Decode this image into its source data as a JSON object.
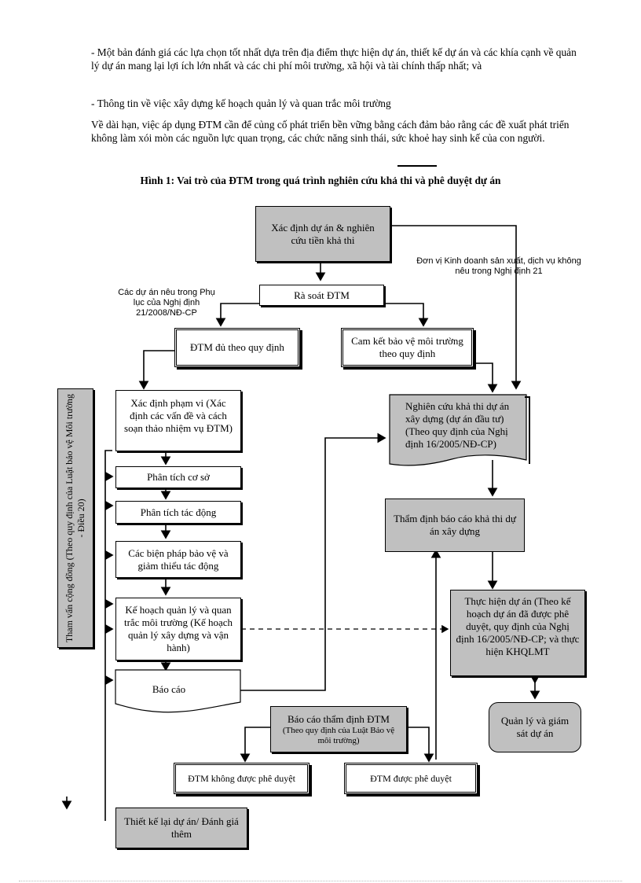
{
  "text": {
    "p1": "- Một bản đánh giá các lựa chọn tốt nhất dựa trên địa điểm thực hiện dự án, thiết kế dự án và các khía cạnh về quản lý dự án mang lại lợi ích lớn nhất và các chi phí môi trường, xã hội và tài chính thấp nhất; và",
    "p2": "- Thông tin về việc xây dựng kế hoạch quản lý và quan trắc môi trường",
    "p3": "Về dài hạn, việc áp dụng ĐTM cần để củng cố phát triển bền vững bằng cách đảm bảo rằng các đề xuất phát triển không làm xói mòn các nguồn lực quan trọng, các chức năng sinh thái, sức khoẻ hay sinh kế của con người.",
    "figure_title": "Hình 1: Vai trò của ĐTM trong quá trình nghiên cứu khả thi và phê duyệt dự án"
  },
  "diagram": {
    "xac_dinh_du_an": "Xác định dự án & nghiên cứu tiền khả thi",
    "ra_soat": "Rà soát ĐTM",
    "label_phu_luc": "Các dự án nêu trong Phụ lục của Nghị định 21/2008/NĐ-CP",
    "label_don_vi": "Đơn vị Kinh doanh sản xuất, dịch vụ không nêu trong Nghị định 21",
    "dtm_du": "ĐTM đủ theo quy định",
    "cam_ket": "Cam kết bảo vệ môi trường theo quy định",
    "tham_van": "Tham vấn cộng đồng (Theo quy định của Luật bảo vệ Môi trường - Điều 20)",
    "xac_dinh_pham_vi": "Xác định phạm vi (Xác định các vấn đề và cách soạn thảo nhiệm vụ ĐTM)",
    "phan_tich_co_so": "Phân tích cơ sở",
    "phan_tich_tac_dong": "Phân tích tác động",
    "bien_phap": "Các biện pháp bảo vệ và giảm thiểu tác động",
    "ke_hoach": "Kế hoạch quản lý và quan trắc môi trường (Kế hoạch quản lý xây dựng và vận hành)",
    "bao_cao": "Báo cáo",
    "nghien_cuu_kha_thi": "Nghiên cứu khả thi dự án xây dựng (dự án đầu tư) (Theo quy định của Nghị định 16/2005/NĐ-CP)",
    "tham_dinh_kha_thi": "Thẩm định báo cáo khả thi dự án xây dựng",
    "thuc_hien": "Thực hiện dự án (Theo kế hoạch dự án đã được phê duyệt, quy định của Nghị định 16/2005/NĐ-CP; và thực hiện KHQLMT",
    "quan_ly": "Quản lý và giám sát dự án",
    "bao_cao_tham_dinh_1": "Báo cáo thẩm định ĐTM",
    "bao_cao_tham_dinh_2": "(Theo quy định của Luật Bảo vệ môi trường)",
    "khong_phe_duyet": "ĐTM không được phê duyệt",
    "phe_duyet": "ĐTM được phê duyệt",
    "thiet_ke_lai": "Thiết kế lại dự án/ Đánh giá thêm"
  },
  "colors": {
    "box_grey": "#c0c0c0",
    "line": "#000000"
  }
}
